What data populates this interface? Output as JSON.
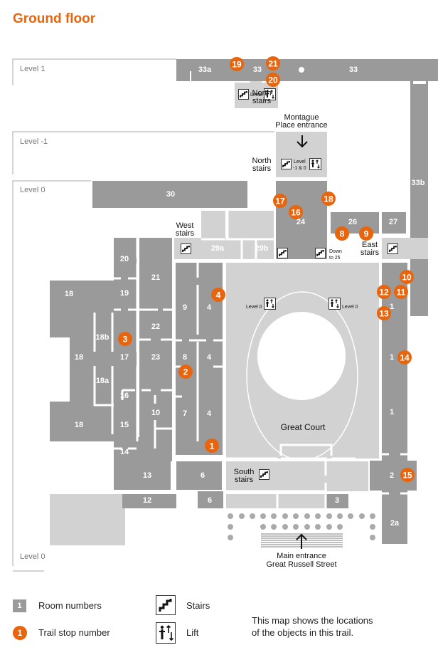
{
  "title": "Ground floor",
  "colors": {
    "accent": "#e8650e",
    "room": "#9a9a9a",
    "public_area": "#d2d2d2"
  },
  "levels": {
    "level1": "Level 1",
    "level_minus1": "Level -1",
    "level0_top": "Level 0",
    "level0_bottom": "Level 0"
  },
  "labels": {
    "north_stairs_l1": [
      "North",
      "stairs"
    ],
    "north_stairs_lm1": [
      "North",
      "stairs"
    ],
    "montague": [
      "Montague",
      "Place entrance"
    ],
    "west_stairs": [
      "West",
      "stairs"
    ],
    "east_stairs": [
      "East",
      "stairs"
    ],
    "south_stairs": [
      "South",
      "stairs"
    ],
    "down_to_25": [
      "Down",
      "to 25"
    ],
    "great_court": "Great Court",
    "main_entrance": [
      "Main entrance",
      "Great Russell Street"
    ],
    "lift_level1": "Level 1",
    "lift_level_m1_0": [
      "Level",
      "-1 & 0"
    ],
    "lift_level0_left": "Level 0",
    "lift_level0_right": "Level 0"
  },
  "rooms": [
    "33a",
    "33",
    "33",
    "33b",
    "30",
    "29a",
    "29b",
    "24",
    "26",
    "27",
    "20",
    "21",
    "19",
    "18",
    "9",
    "4",
    "22",
    "18b",
    "17",
    "23",
    "8",
    "4",
    "18",
    "18a",
    "16",
    "10",
    "7",
    "4",
    "18",
    "15",
    "14",
    "13",
    "6",
    "12",
    "6",
    "3",
    "1",
    "1",
    "1",
    "2",
    "2a"
  ],
  "trail_stops": [
    "1",
    "2",
    "3",
    "4",
    "8",
    "9",
    "10",
    "11",
    "12",
    "13",
    "14",
    "15",
    "16",
    "17",
    "18",
    "19",
    "20",
    "21"
  ],
  "legend": {
    "room_sample": "1",
    "room_label": "Room numbers",
    "stop_sample": "1",
    "stop_label": "Trail stop number",
    "stairs_label": "Stairs",
    "lift_label": "Lift",
    "note": [
      "This map shows the locations",
      "of the objects in this trail."
    ]
  }
}
